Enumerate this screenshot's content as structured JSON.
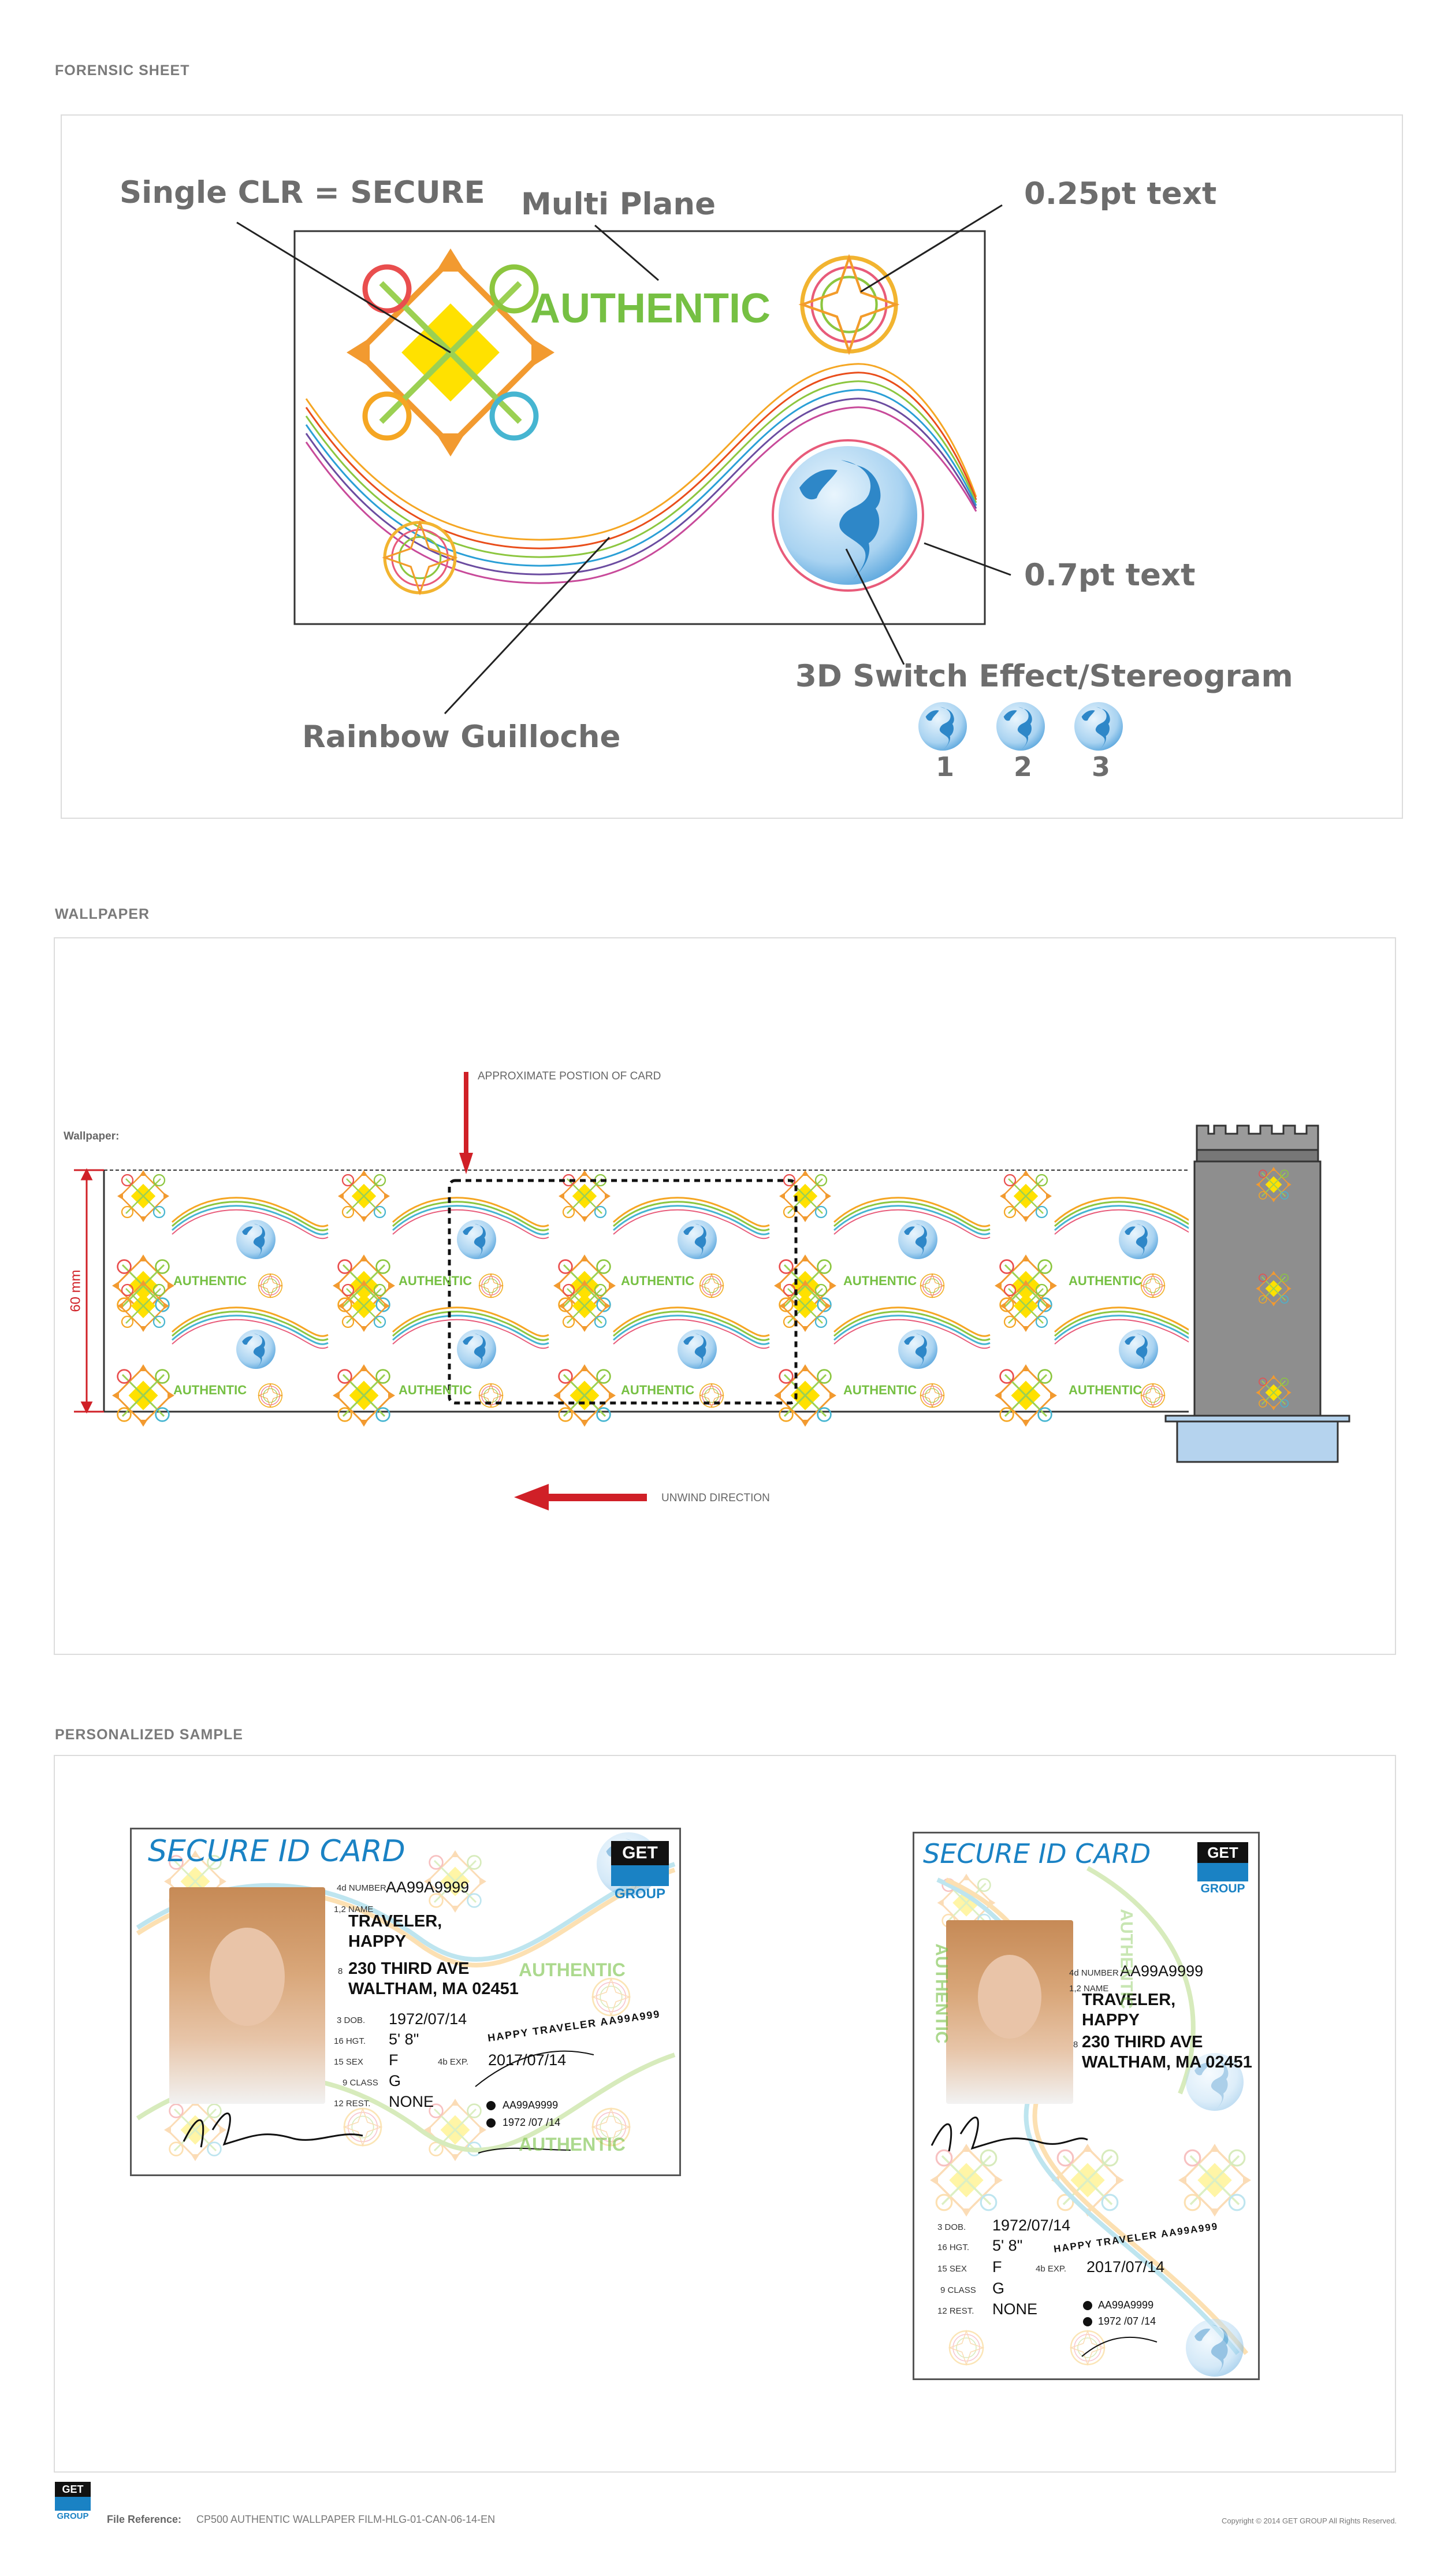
{
  "sections": {
    "forensic": "FORENSIC SHEET",
    "wallpaper": "WALLPAPER",
    "personalized": "PERSONALIZED SAMPLE"
  },
  "forensic": {
    "authentic": "AUTHENTIC",
    "single_clr": "Single CLR = SECURE",
    "multi_plane": "Multi Plane",
    "text_025": "0.25pt text",
    "text_07": "0.7pt text",
    "switch_effect": "3D Switch Effect/Stereogram",
    "rainbow": "Rainbow Guilloche",
    "globe_labels": [
      "1",
      "2",
      "3"
    ]
  },
  "wallpaper": {
    "label": "Wallpaper:",
    "approx_position": "APPROXIMATE POSTION OF CARD",
    "unwind": "UNWIND DIRECTION",
    "dimension": "60 mm",
    "tile_text": "AUTHENTIC"
  },
  "card": {
    "title": "SECURE ID CARD",
    "logo_top": "GET",
    "logo_bottom": "GROUP",
    "number_label": "4d NUMBER",
    "number": "AA99A9999",
    "name_label": "1,2 NAME",
    "name_line1": "TRAVELER,",
    "name_line2": "HAPPY",
    "address_label": "8",
    "address_line1": "230 THIRD AVE",
    "address_line2": "WALTHAM, MA 02451",
    "dob_label": "3 DOB.",
    "dob": "1972/07/14",
    "hgt_label": "16 HGT.",
    "hgt": "5' 8\"",
    "sex_label": "15 SEX",
    "sex": "F",
    "exp_label": "4b EXP.",
    "exp": "2017/07/14",
    "class_label": "9 CLASS",
    "class": "G",
    "rest_label": "12 REST.",
    "rest": "NONE",
    "small_number": "AA99A9999",
    "small_dob": "1972 /07 /14",
    "curved_text": "HAPPY TRAVELER AA99A999",
    "authentic": "AUTHENTIC"
  },
  "footer": {
    "ref_label": "File Reference:",
    "ref_value": "CP500 AUTHENTIC WALLPAPER FILM-HLG-01-CAN-06-14-EN",
    "copyright": "Copyright © 2014 GET GROUP  All Rights Reserved.",
    "logo_top": "GET",
    "logo_bottom": "GROUP"
  },
  "colors": {
    "authentic_green": "#76c043",
    "title_blue": "#1a82c4",
    "arrow_red": "#d02027",
    "gray_callout": "#6d6d6d",
    "globe_blue": "#2f8fd0",
    "card_holder_gray": "#8e8e8e",
    "base_blue": "#b5d3ee"
  }
}
